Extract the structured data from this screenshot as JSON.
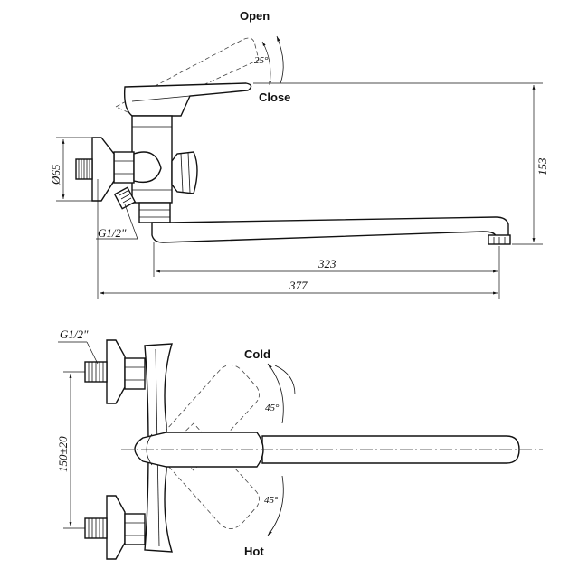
{
  "side_view": {
    "open_label": "Open",
    "close_label": "Close",
    "lever_angle": "25°",
    "diameter_label": "Ø65",
    "thread_label": "G1/2\"",
    "spout_reach": "323",
    "overall_length": "377",
    "height": "153"
  },
  "top_view": {
    "thread_label": "G1/2\"",
    "cold_label": "Cold",
    "hot_label": "Hot",
    "cold_angle": "45°",
    "hot_angle": "45°",
    "inlet_spacing": "150±20"
  }
}
